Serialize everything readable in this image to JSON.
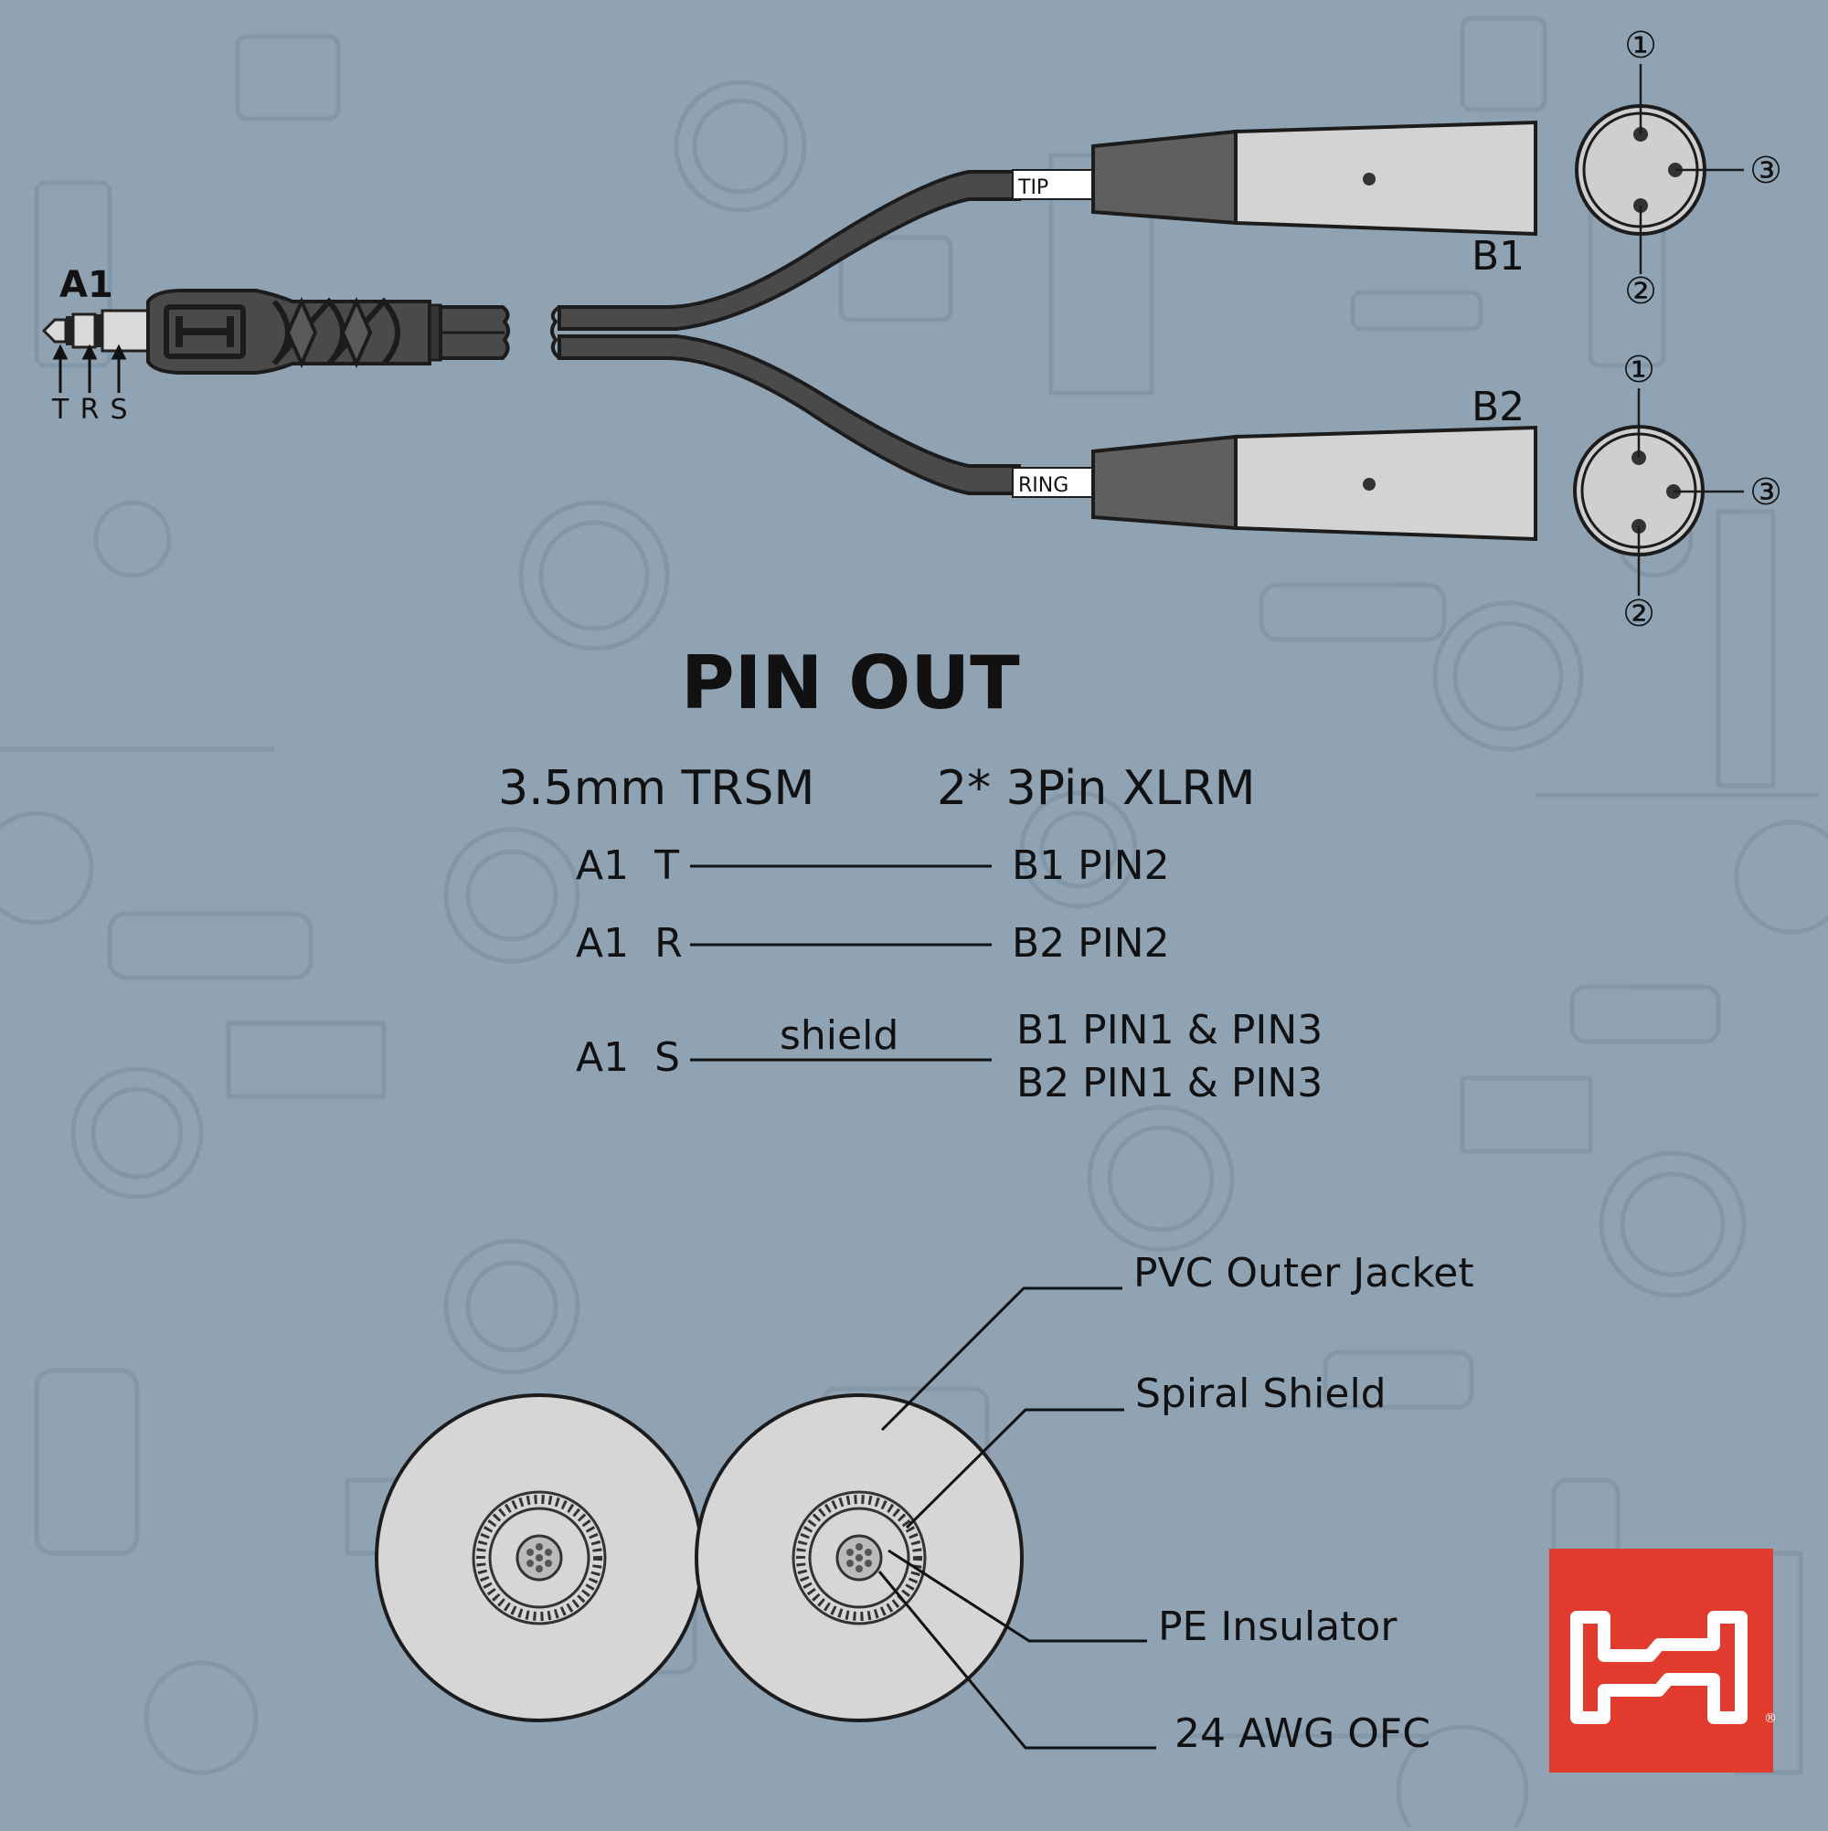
{
  "connector_a": {
    "label": "A1",
    "contacts": [
      "T",
      "R",
      "S"
    ]
  },
  "connector_b1": {
    "label": "B1",
    "wire_tag": "TIP",
    "pins": [
      "①",
      "②",
      "③"
    ]
  },
  "connector_b2": {
    "label": "B2",
    "wire_tag": "RING",
    "pins": [
      "①",
      "②",
      "③"
    ]
  },
  "pinout": {
    "title": "PIN OUT",
    "left_header": "3.5mm TRSM",
    "right_header": "2* 3Pin XLRM",
    "rows": [
      {
        "from": "A1  T",
        "line_label": "",
        "to": [
          "B1 PIN2"
        ]
      },
      {
        "from": "A1  R",
        "line_label": "",
        "to": [
          "B2 PIN2"
        ]
      },
      {
        "from": "A1  S",
        "line_label": "shield",
        "to": [
          "B1 PIN1 & PIN3",
          "B2 PIN1 & PIN3"
        ]
      }
    ]
  },
  "cross_section": {
    "labels": [
      "PVC Outer Jacket",
      "Spiral Shield",
      "PE Insulator",
      "24 AWG OFC"
    ]
  },
  "colors": {
    "background": "#8fa3b3",
    "pattern": "#7f95a6",
    "cable": "#4a4a4a",
    "cable_dark": "#222222",
    "xlr_body": "#d3d3d3",
    "xlr_collar": "#5f5f5f",
    "brand": "#e23b2e"
  },
  "logo": {
    "mark": "H",
    "registered": "®"
  }
}
